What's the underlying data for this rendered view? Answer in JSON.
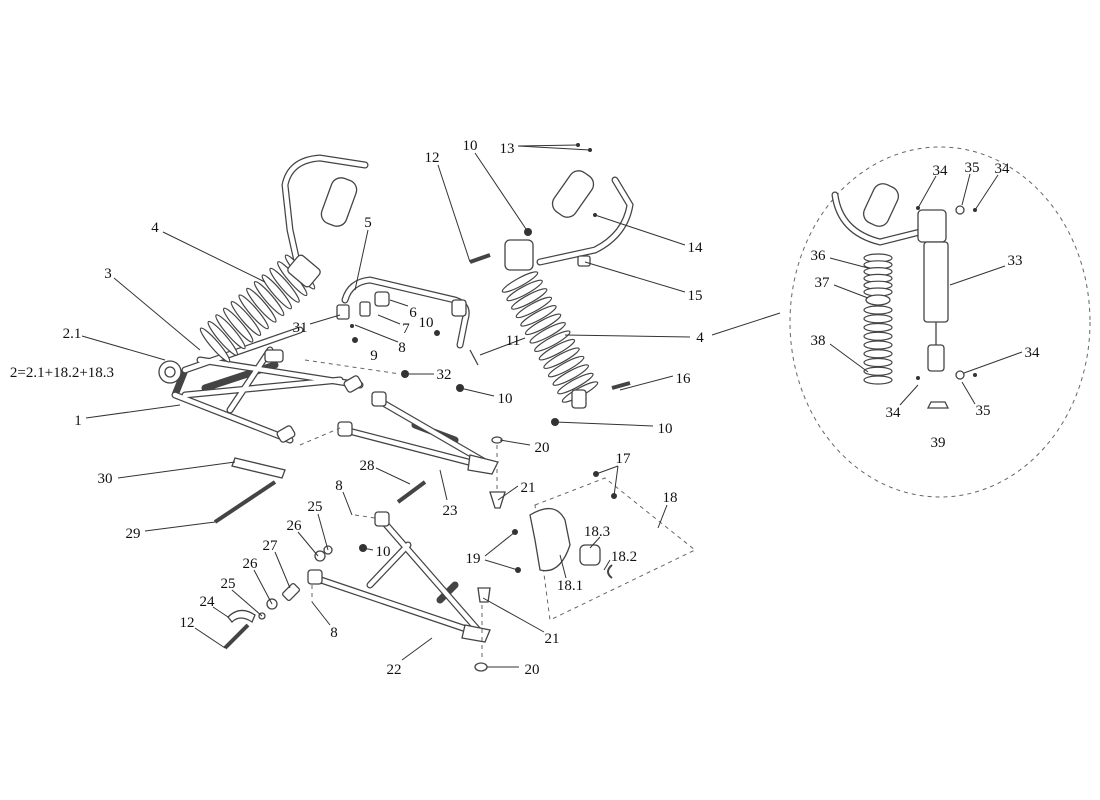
{
  "title": "Front suspension exploded parts diagram",
  "formula": "2=2.1+18.2+18.3",
  "callouts": {
    "c1": "1",
    "c2_1": "2.1",
    "c3": "3",
    "c4a": "4",
    "c4b": "4",
    "c5": "5",
    "c6": "6",
    "c7": "7",
    "c8a": "8",
    "c8b": "8",
    "c8c": "8",
    "c9": "9",
    "c10a": "10",
    "c10b": "10",
    "c10c": "10",
    "c10d": "10",
    "c10e": "10",
    "c11": "11",
    "c12a": "12",
    "c12b": "12",
    "c13": "13",
    "c14": "14",
    "c15": "15",
    "c16": "16",
    "c17": "17",
    "c18": "18",
    "c18_1": "18.1",
    "c18_2": "18.2",
    "c18_3": "18.3",
    "c19": "19",
    "c20a": "20",
    "c20b": "20",
    "c21a": "21",
    "c21b": "21",
    "c22": "22",
    "c23": "23",
    "c24": "24",
    "c25a": "25",
    "c25b": "25",
    "c26a": "26",
    "c26b": "26",
    "c27": "27",
    "c28": "28",
    "c29": "29",
    "c30": "30",
    "c31": "31",
    "c32": "32",
    "c33": "33",
    "c34a": "34",
    "c34b": "34",
    "c34c": "34",
    "c34d": "34",
    "c35a": "35",
    "c35b": "35",
    "c36": "36",
    "c37": "37",
    "c38": "38",
    "c39": "39"
  }
}
